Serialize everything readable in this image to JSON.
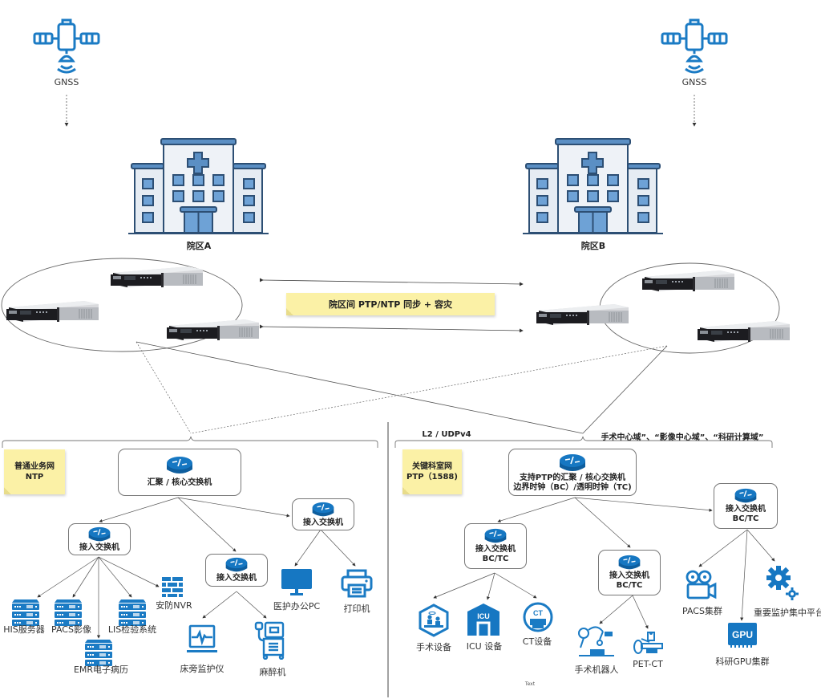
{
  "top": {
    "gnss_left_label": "GNSS",
    "gnss_right_label": "GNSS",
    "campus_a_label": "院区A",
    "campus_b_label": "院区B",
    "inter_campus_note": "院区间 PTP/NTP 同步 + 容灾"
  },
  "left_network": {
    "sticky_line1": "普通业务网",
    "sticky_line2": "NTP",
    "core_switch_label": "汇聚 / 核心交换机",
    "access_switches": [
      {
        "label": "接入交换机"
      },
      {
        "label": "接入交换机"
      },
      {
        "label": "接入交换机"
      }
    ],
    "devices": {
      "his": "HIS服务器",
      "pacs": "PACS影像",
      "emr": "EMR电子病历",
      "lis": "LIS检验系统",
      "nvr": "安防NVR",
      "bedside_monitor": "床旁监护仪",
      "anesthesia": "麻醉机",
      "office_pc": "医护办公PC",
      "printer": "打印机"
    }
  },
  "right_network": {
    "protocol_label": "L2 /  UDPv4",
    "domains_label": "手术中心域”、“影像中心域”、“科研计算域”",
    "sticky_line1": "关键科室网",
    "sticky_line2": "PTP（1588)",
    "core_switch_line1": "支持PTP的汇聚 / 核心交换机",
    "core_switch_line2": "边界时钟（BC）/透明时钟（TC)",
    "access_switches": [
      {
        "line1": "接入交换机",
        "line2": "BC/TC"
      },
      {
        "line1": "接入交换机",
        "line2": "BC/TC"
      },
      {
        "line1": "接入交换机",
        "line2": "BC/TC"
      }
    ],
    "devices": {
      "surgery_equipment": "手术设备",
      "icu_equipment": "ICU 设备",
      "ct_equipment": "CT设备",
      "surgical_robot": "手术机器人",
      "pet_ct": "PET-CT",
      "pacs_cluster": "PACS集群",
      "gpu_cluster": "科研GPU集群",
      "monitoring_platform": "重要监护集中平台"
    },
    "icon_text": {
      "icu": "ICU",
      "ct": "CT",
      "gpu": "GPU"
    }
  },
  "footer_text": "Text",
  "colors": {
    "icon_blue": "#1b7bc4",
    "router_blue": "#1677c2",
    "sticky_yellow": "#fbf1a6",
    "building_blue": "#3f7fbf",
    "line_gray": "#555555"
  }
}
